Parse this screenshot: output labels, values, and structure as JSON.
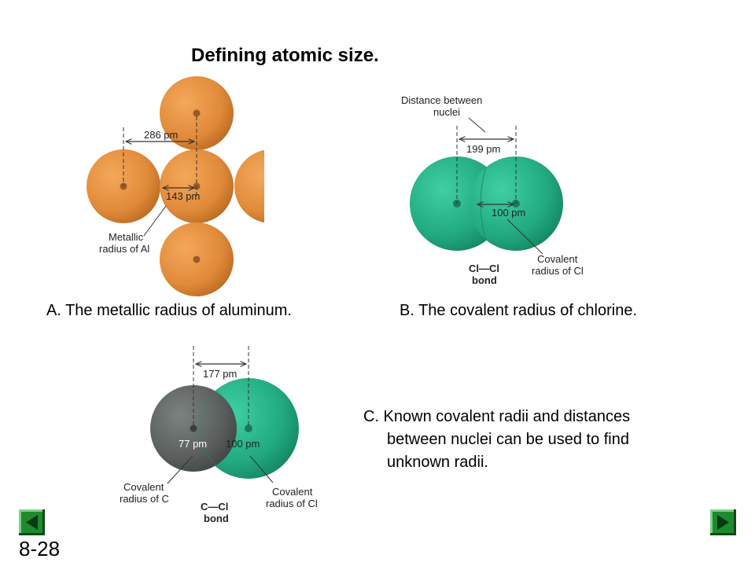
{
  "title": "Defining atomic size.",
  "panel_a": {
    "caption": "A. The metallic radius of aluminum.",
    "distance_label": "286 pm",
    "radius_label": "143 pm",
    "callout_line1": "Metallic",
    "callout_line2": "radius of Al",
    "atom_color": "#E08A3A"
  },
  "panel_b": {
    "caption": "B. The covalent radius of chlorine.",
    "header_line1": "Distance between",
    "header_line2": "nuclei",
    "distance_label": "199 pm",
    "radius_label": "100 pm",
    "callout_line1": "Covalent",
    "callout_line2": "radius of Cl",
    "bond_line1": "Cl—Cl",
    "bond_line2": "bond",
    "atom_color": "#2BB58A"
  },
  "panel_c": {
    "caption_line1": "C. Known covalent radii and distances",
    "caption_line2": "between nuclei can be used to find",
    "caption_line3": "unknown radii.",
    "distance_label": "177 pm",
    "radius_c_label": "77 pm",
    "radius_cl_label": "100 pm",
    "callout_c_line1": "Covalent",
    "callout_c_line2": "radius of C",
    "callout_cl_line1": "Covalent",
    "callout_cl_line2": "radius of Cl",
    "bond_line1": "C—Cl",
    "bond_line2": "bond",
    "carbon_color": "#5F6463",
    "chlorine_color": "#2BB58A"
  },
  "slide_number": "8-28",
  "nav": {
    "prev_icon": "triangle-left-icon",
    "next_icon": "triangle-right-icon",
    "color": "#1E8A2E"
  }
}
